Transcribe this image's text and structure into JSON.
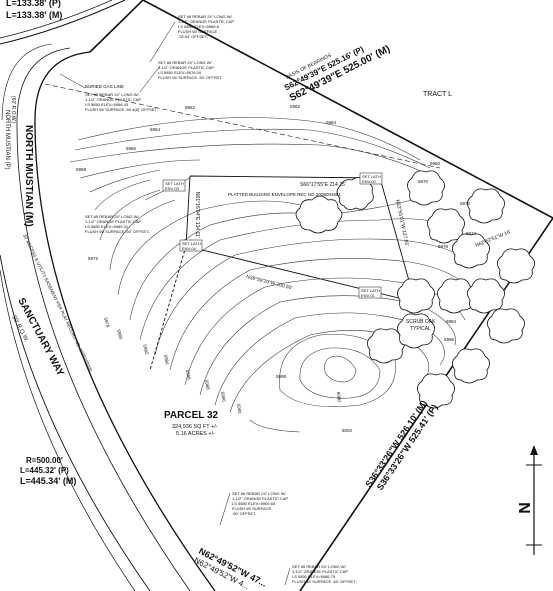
{
  "top_curve": {
    "length_plat": "L=133.38' (P)",
    "length_measured": "L=133.38' (M)"
  },
  "basis_of_bearings": {
    "heading": "BASIS OF BEARINGS",
    "plat_bearing": "S62°49'39\"E 525.16' (P)",
    "measured_bearing": "S62°49'39\"E 525.00' (M)"
  },
  "tract_label": "TRACT L",
  "left_road": {
    "row_width": "(60' R.O.W.)",
    "street_name": "NORTH MUSTIAN (M)",
    "plat_name": "NORTH MUSTIAN (P)",
    "easement_note": "30' ACCESS & UTILITY EASEMENT PER PLAT RECORD NO. 2005000000"
  },
  "sanctuary_way": {
    "name": "SANCTUARY WAY",
    "row": "50' R.O.W."
  },
  "bottom_curve": {
    "radius": "R=500.00'",
    "length_plat": "L=445.32' (P)",
    "length_measured": "L=445.34' (M)"
  },
  "buried_gas_line": "BURIED GAS LINE",
  "rebar_notes": {
    "top_right": [
      "SET #5 REBAR 24\" LONG W/",
      "1-1/2\" ORANGE PLASTIC CAP",
      "LS 5850 ELEV=5968.8",
      "FLUSH W/ SURFACE",
      "-32.64' OFFSET-"
    ],
    "top_mid": [
      "SET #5 REBAR 24\" LONG W/",
      "1-1/2\" ORANGE PLASTIC CAP",
      "LS 5850 ELEV=5978.09",
      "FLUSH W/ SURFACE -50' OFFSET-"
    ],
    "top_left": [
      "SET #5 REBAR 24\" LONG W/",
      "1-1/2\" ORANGE PLASTIC CAP",
      "LS 5850 ELEV=5968.43",
      "FLUSH W/ SURFACE -50.4(8)' OFFSET-"
    ],
    "mid_left": [
      "SET #5 REBAR 24\" LONG W/",
      "1-1/2\" ORANGE PLASTIC CAP",
      "LS 5850 ELEV=5969.31",
      "FLUSH W/ SURFACE -50' OFFSET-"
    ],
    "bottom_mid": [
      "SET #5 REBAR 24\" LONG W/",
      "1-1/2\" ORANGE PLASTIC CAP",
      "LS 5850 ELEV=5969.84",
      "FLUSH W/ SURFACE",
      "-50' OFFSET-"
    ],
    "bottom_right": [
      "SET #5 REBAR 24\" LONG W/",
      "1-1/2\" ORANGE PLASTIC CAP",
      "LS 5850 ELEV=5966.75",
      "FLUSH W/ SURFACE -50' OFFSET-"
    ]
  },
  "envelope_line": {
    "bearing": "S66°17'55\"E 214.25'",
    "caption": "PLATTED BUILDING ENVELOPE REC NO 2005004681"
  },
  "envelope_west_bearing": "N01°16'04\"E 134.11'",
  "envelope_east_bearing": "N22°55'01\"W 127.91'",
  "envelope_south_bearing": "N39°59'20\"W 200.50'",
  "east_bearing_short": "N62°52'51\"W 16'",
  "lath_tags": [
    "SET LATH",
    "ENV-03",
    "SET LATH",
    "ENV-02",
    "SET LATH",
    "ENV-04",
    "SET LATH",
    "ENV-01"
  ],
  "contour_labels": [
    "5962",
    "5964",
    "5966",
    "5968",
    "5960",
    "5970",
    "5972",
    "5974",
    "5976",
    "5978",
    "5980",
    "5982",
    "5984",
    "5986",
    "5988",
    "5990",
    "5992",
    "5994",
    "5996",
    "5998",
    "6000",
    "6002"
  ],
  "scrub_oak": [
    "SCRUB OAK",
    "TYPICAL"
  ],
  "parcel": {
    "name": "PARCEL 32",
    "area_sqft": "324,936 SQ FT +/-",
    "area_acres": "5.16 ACRES +/-"
  },
  "southeast_bearing": {
    "plat": "S36°33'26\"W 526.10' (M)",
    "measured": "S36°33'26\"W 525.41' (P)"
  },
  "south_bearing": {
    "plat": "N62°49'52\"W 47...",
    "measured": "N62°49'52\"W 4..."
  },
  "north_arrow": "N"
}
